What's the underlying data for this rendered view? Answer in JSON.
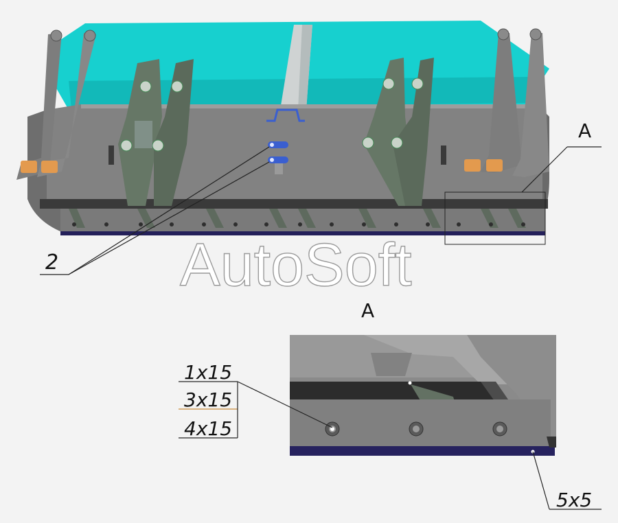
{
  "watermark": "AutoSoft",
  "view_label_top": "A",
  "view_label_detail": "A",
  "callout_item": "2",
  "weld_specs": [
    "1x15",
    "3x15",
    "4x15"
  ],
  "weld_spec_edge": "5x5",
  "colors": {
    "body": "#7f7f7f",
    "body_dark": "#575757",
    "body_light": "#a2a2a2",
    "plate": "#6f7f6f",
    "rim_cyan": "#18d2d2",
    "cutting_edge": "#24205a",
    "bushing": "#e39a4e",
    "highlight_blue": "#3a5fd0"
  }
}
